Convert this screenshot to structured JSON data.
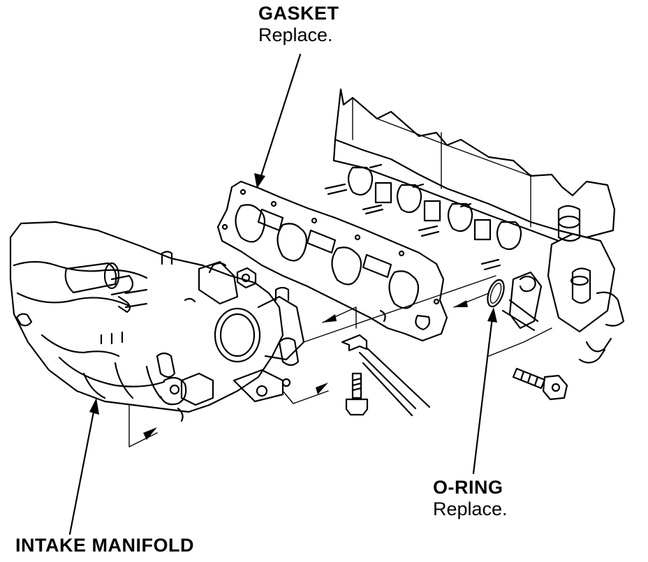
{
  "callouts": {
    "gasket": {
      "name": "GASKET",
      "note": "Replace."
    },
    "o_ring": {
      "name": "O-RING",
      "note": "Replace."
    },
    "intake_manifold": {
      "name": "INTAKE MANIFOLD"
    }
  },
  "colors": {
    "ink": "#000000",
    "paper": "#ffffff"
  }
}
